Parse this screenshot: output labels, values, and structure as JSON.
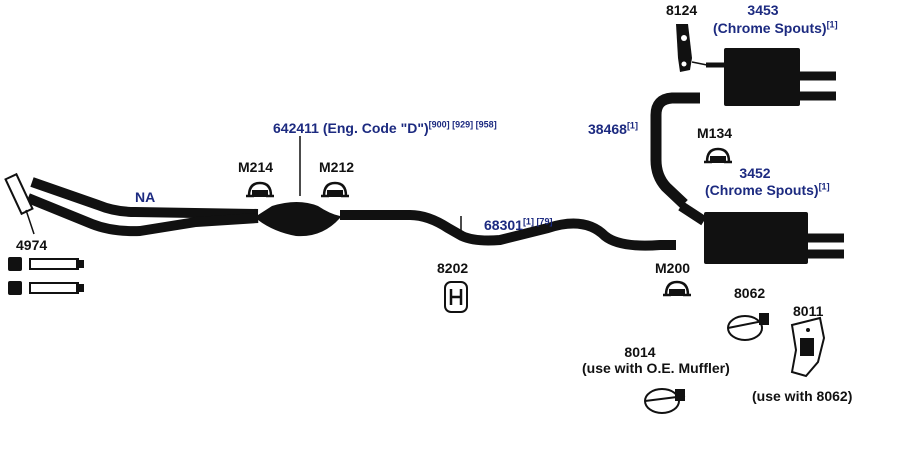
{
  "colors": {
    "part": "#111111",
    "label": "#111111",
    "accent": "#1c2a80",
    "background": "#ffffff"
  },
  "labels": {
    "l8124": {
      "text": "8124"
    },
    "l3453": {
      "text": "3453"
    },
    "l3453_sub": {
      "text": "(Chrome Spouts)",
      "note": "[1]"
    },
    "l642411": {
      "text": "642411 (Eng. Code \"D\")",
      "note": "[900] [929] [958]"
    },
    "l38468": {
      "text": "38468",
      "note": "[1]"
    },
    "lM134": {
      "text": "M134"
    },
    "lM214": {
      "text": "M214"
    },
    "lM212": {
      "text": "M212"
    },
    "l3452": {
      "text": "3452"
    },
    "l3452_sub": {
      "text": "(Chrome Spouts)",
      "note": "[1]"
    },
    "lNA": {
      "text": "NA"
    },
    "l68301": {
      "text": "68301",
      "note": "[1] [79]"
    },
    "l4974": {
      "text": "4974"
    },
    "l8202": {
      "text": "8202"
    },
    "lM200": {
      "text": "M200"
    },
    "l8062": {
      "text": "8062"
    },
    "l8011": {
      "text": "8011"
    },
    "l8014": {
      "text": "8014"
    },
    "l8014_sub": {
      "text": "(use with O.E. Muffler)"
    },
    "l8011_sub": {
      "text": "(use with 8062)"
    }
  }
}
